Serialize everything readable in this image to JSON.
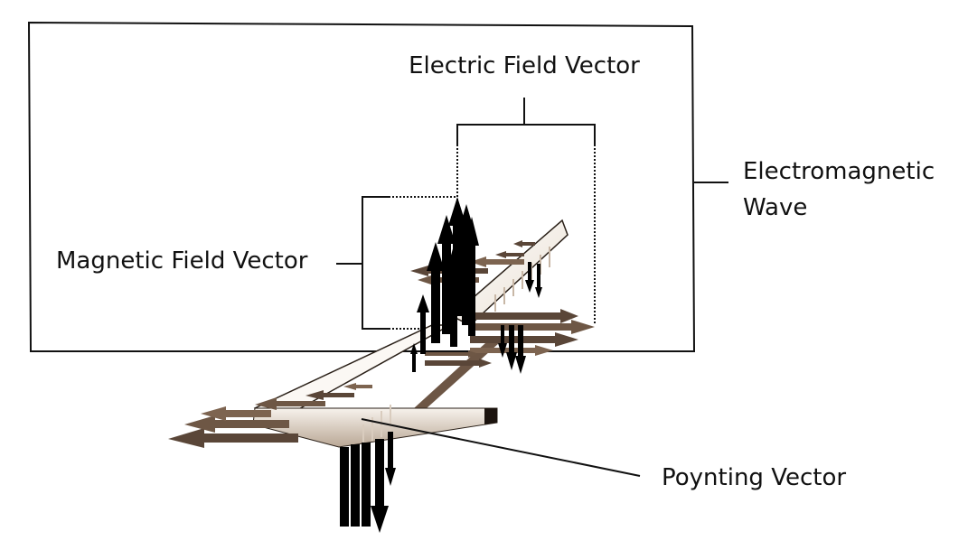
{
  "labels": {
    "electric": "Electric Field Vector",
    "magnetic": "Magnetic Field Vector",
    "wave_line1": "Electromagnetic",
    "wave_line2": "Wave",
    "poynting": "Poynting Vector"
  },
  "colors": {
    "line": "#111111",
    "arrow_dark": "#000000",
    "arrow_brown": "#5a4638",
    "arrow_brown_light": "#8a6f5c",
    "ribbon_light": "#f6f1ea",
    "ribbon_edge": "#2a2018"
  }
}
